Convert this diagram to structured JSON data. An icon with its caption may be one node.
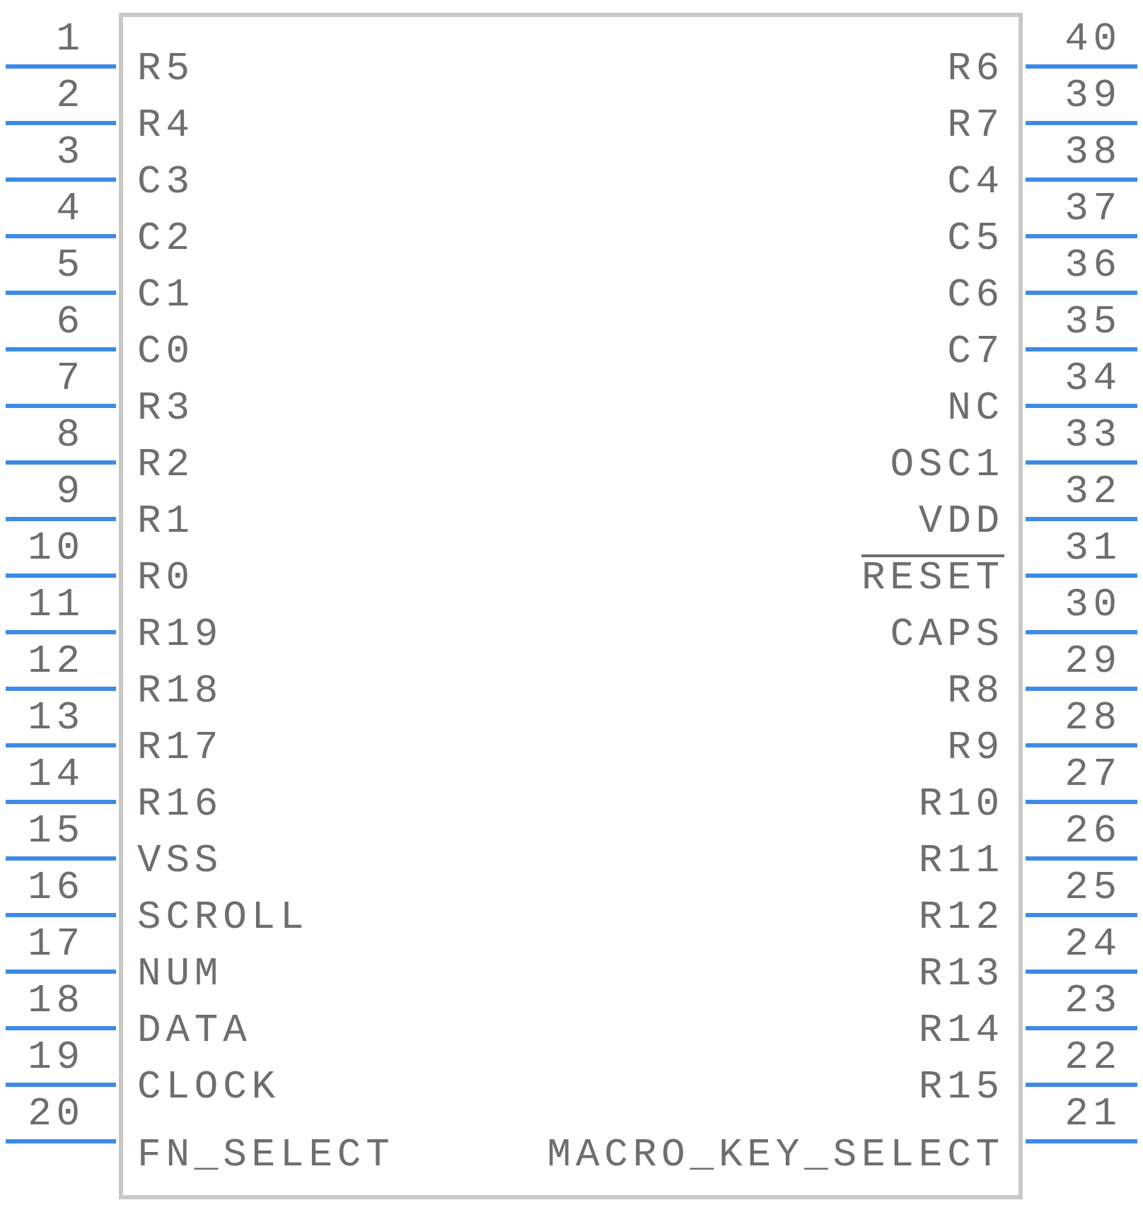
{
  "diagram": {
    "nodes": [
      {
        "text": [
          "R5",
          "R4",
          "C3",
          "C2",
          "C1",
          "C0",
          "R3",
          "R2",
          "R1",
          "R0",
          "R19",
          "R18",
          "R17",
          "R16",
          "VSS",
          "SCROLL",
          "NUM",
          "DATA",
          "CLOCK",
          "FN_SELECT",
          "MACRO_KEY_SELECT",
          "R15",
          "R14",
          "R13",
          "R12",
          "R11",
          "R10",
          "R9",
          "R8",
          "CAPS",
          "RESET",
          "VDD",
          "OSC1",
          "NC",
          "C7",
          "C6",
          "C5",
          "C4",
          "R7",
          "R6"
        ]
      }
    ],
    "labels": [
      "1",
      "2",
      "3",
      "4",
      "5",
      "6",
      "7",
      "8",
      "9",
      "10",
      "11",
      "12",
      "13",
      "14",
      "15",
      "16",
      "17",
      "18",
      "19",
      "20",
      "21",
      "22",
      "23",
      "24",
      "25",
      "26",
      "27",
      "28",
      "29",
      "30",
      "31",
      "32",
      "33",
      "34",
      "35",
      "36",
      "37",
      "38",
      "39",
      "40"
    ]
  }
}
